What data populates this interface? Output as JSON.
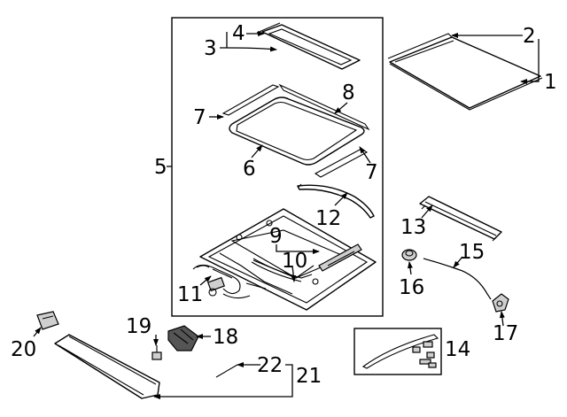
{
  "callouts": {
    "c1": "1",
    "c2": "2",
    "c3": "3",
    "c4": "4",
    "c5": "5",
    "c6": "6",
    "c7a": "7",
    "c7b": "7",
    "c8": "8",
    "c9": "9",
    "c10": "10",
    "c11": "11",
    "c12": "12",
    "c13": "13",
    "c14": "14",
    "c15": "15",
    "c16": "16",
    "c17": "17",
    "c18": "18",
    "c19": "19",
    "c20": "20",
    "c21": "21",
    "c22": "22"
  }
}
